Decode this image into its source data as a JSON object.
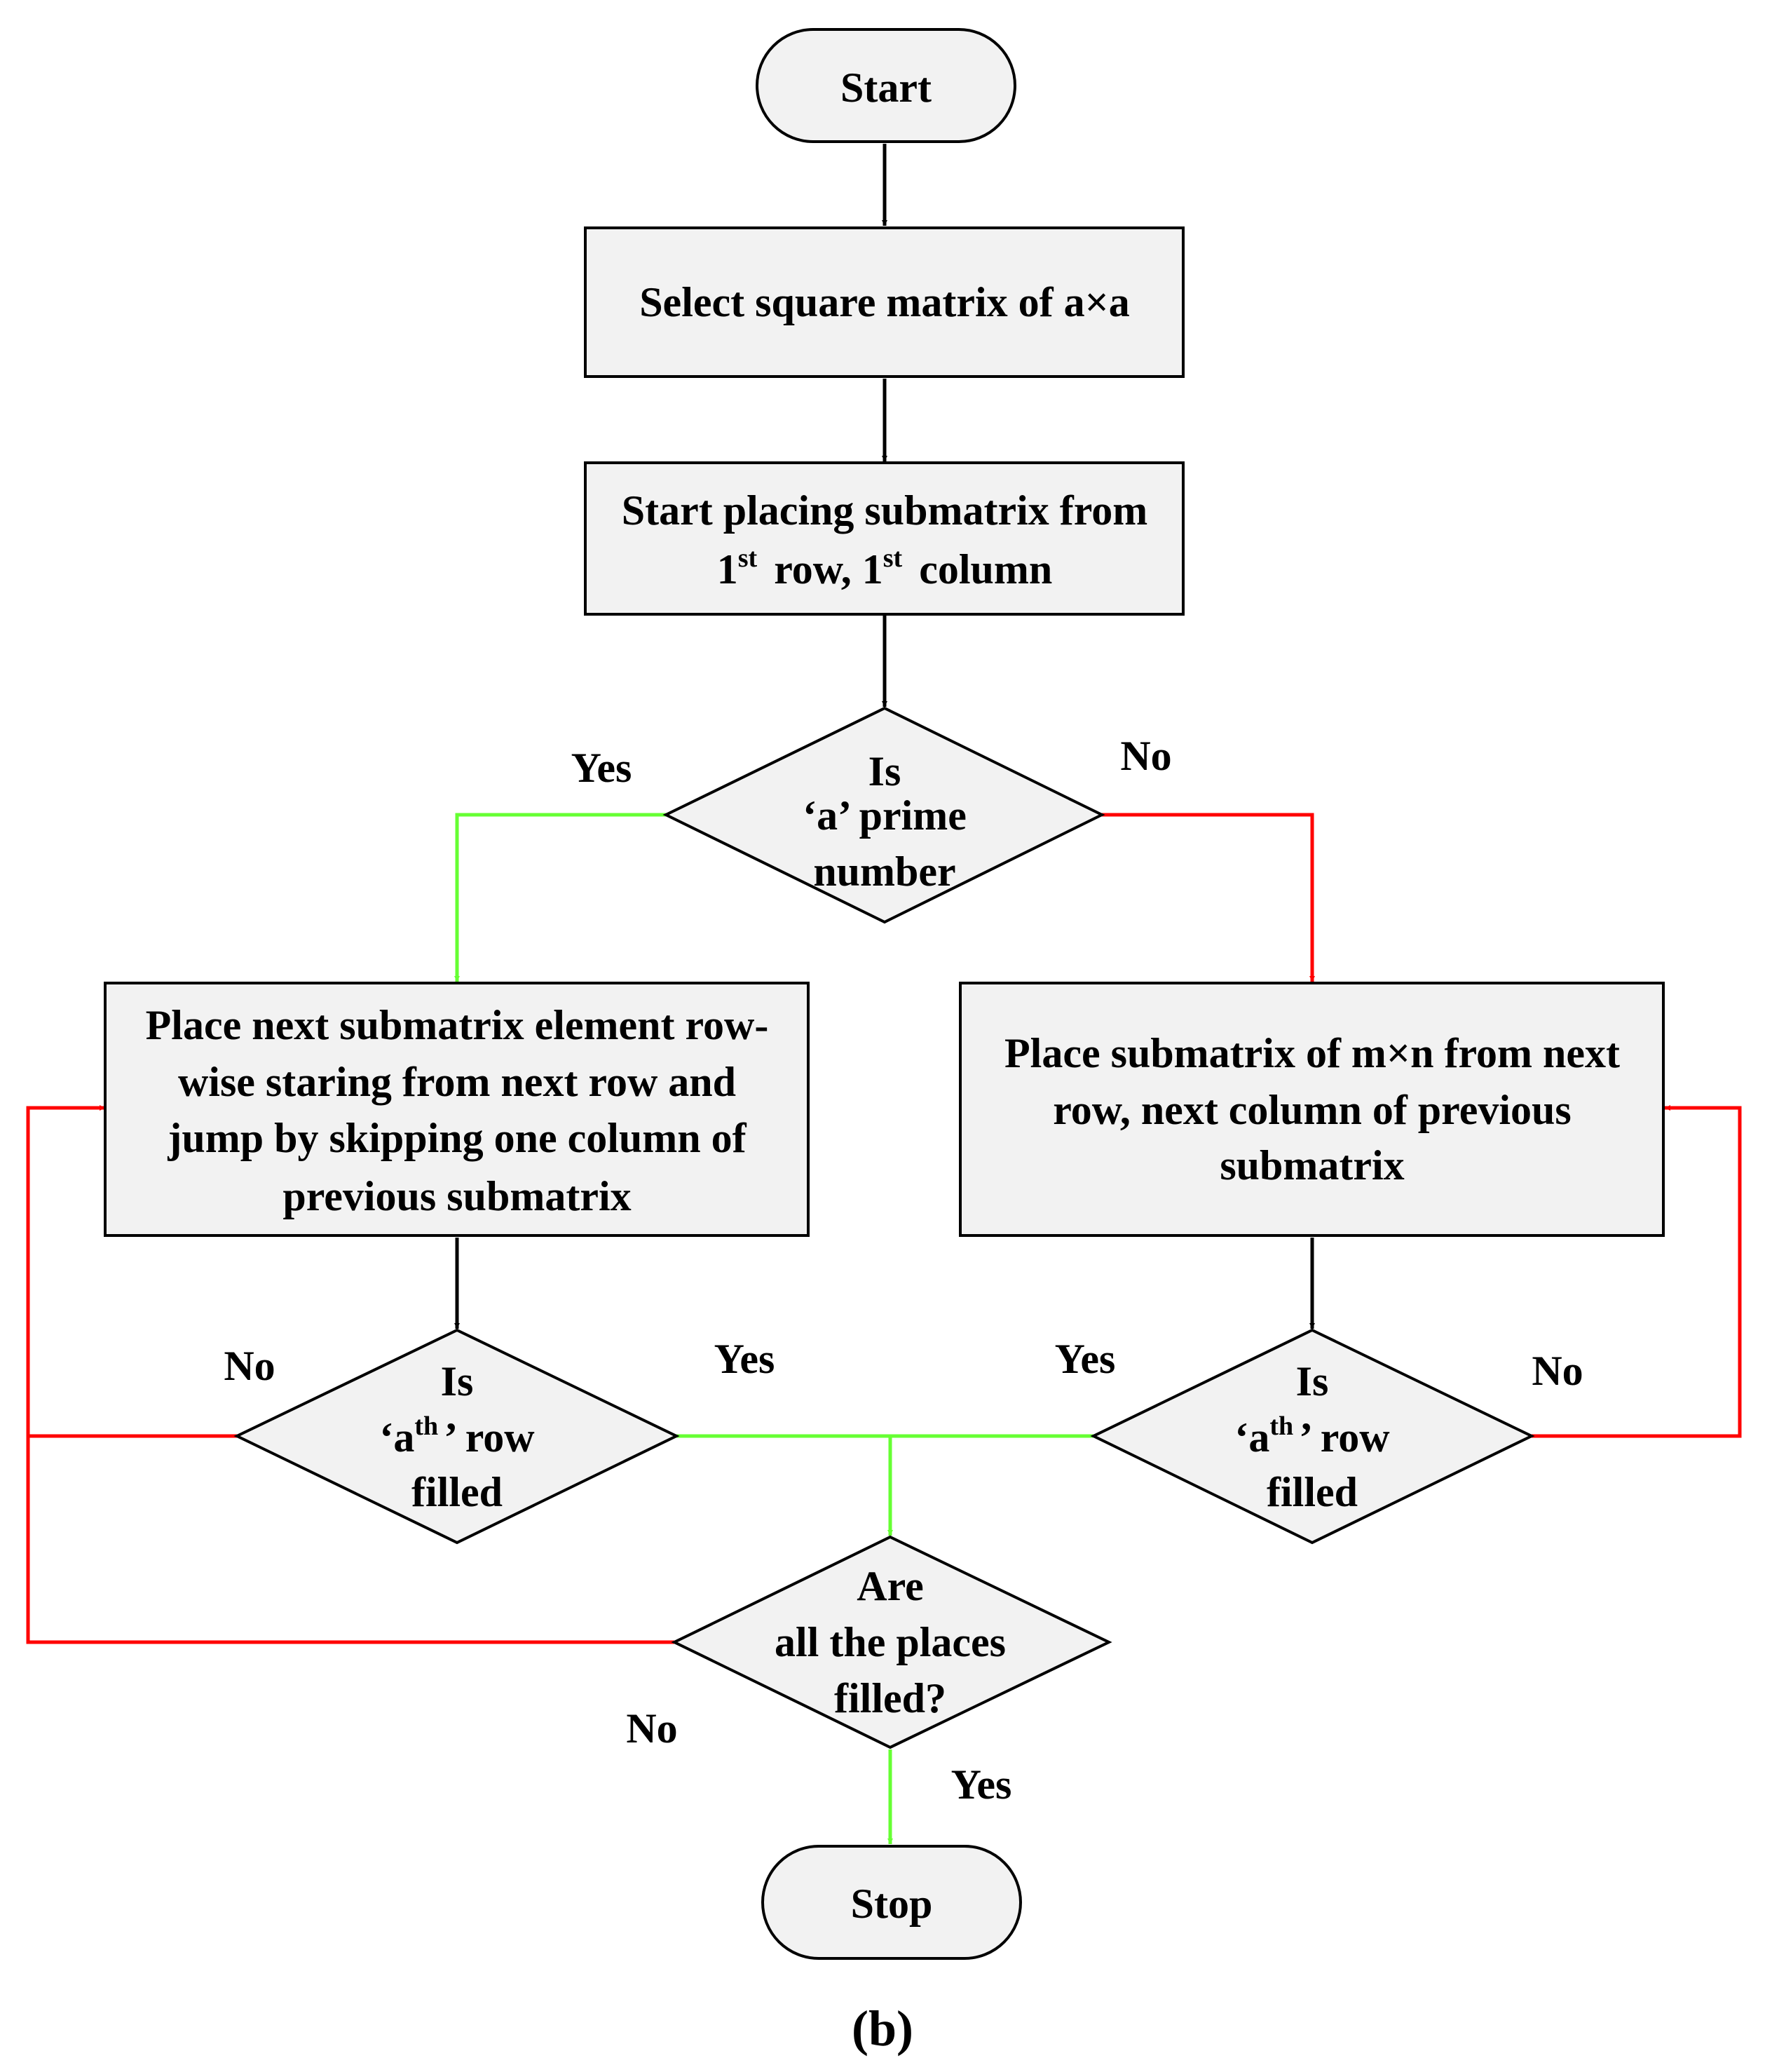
{
  "colors": {
    "node_fill": "#f2f2f2",
    "neutral": "#000000",
    "yes": "#66ff33",
    "no": "#ff0000"
  },
  "nodes": {
    "start": {
      "text": "Start"
    },
    "select": {
      "text": "Select square matrix of a×a"
    },
    "place_first": {
      "line1": "Start placing submatrix from",
      "n1": "1",
      "sup1": "st",
      "mid": "row, 1",
      "sup2": "st",
      "end": "column"
    },
    "is_prime": {
      "lines": [
        "Is",
        "‘a’ prime",
        "number"
      ]
    },
    "place_left": {
      "lines": [
        "Place next submatrix element row-",
        "wise staring from next row and",
        "jump by skipping one column of",
        "previous submatrix"
      ]
    },
    "place_right": {
      "lines": [
        "Place submatrix of m×n  from next",
        "row, next column of previous",
        "submatrix"
      ]
    },
    "row_left": {
      "l1": "Is",
      "pre": "‘a",
      "sup": "th",
      "post": "’ row",
      "l3": "filled"
    },
    "row_right": {
      "l1": "Is",
      "pre": "‘a",
      "sup": "th",
      "post": "’ row",
      "l3": "filled"
    },
    "all_filled": {
      "lines": [
        "Are",
        "all the places",
        "filled?"
      ]
    },
    "stop": {
      "text": "Stop"
    }
  },
  "edge_labels": {
    "prime_yes": "Yes",
    "prime_no": "No",
    "row_left_no": "No",
    "row_left_yes": "Yes",
    "row_right_yes": "Yes",
    "row_right_no": "No",
    "all_no": "No",
    "all_yes": "Yes"
  },
  "caption": "(b)"
}
